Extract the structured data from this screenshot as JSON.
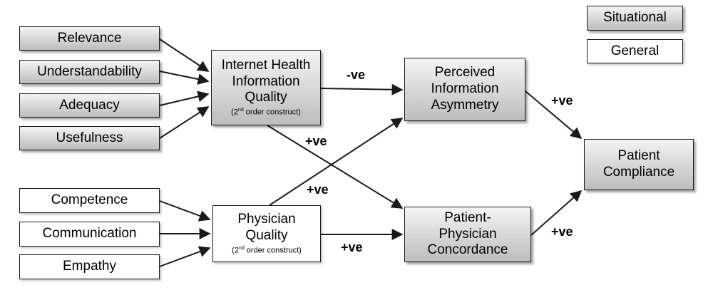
{
  "legend": {
    "situational": "Situational",
    "general": "General"
  },
  "nodes": {
    "relevance": "Relevance",
    "understandability": "Understandability",
    "adequacy": "Adequacy",
    "usefulness": "Usefulness",
    "competence": "Competence",
    "communication": "Communication",
    "empathy": "Empathy",
    "ihiq": {
      "line1": "Internet Health",
      "line2": "Information",
      "line3": "Quality",
      "sub_pre": "(2",
      "sub_sup": "nd",
      "sub_post": " order construct)"
    },
    "pq": {
      "line1": "Physician",
      "line2": "Quality",
      "sub_pre": "(2",
      "sub_sup": "nd",
      "sub_post": " order construct)"
    },
    "pia": {
      "line1": "Perceived",
      "line2": "Information",
      "line3": "Asymmetry"
    },
    "ppc": {
      "line1": "Patient-",
      "line2": "Physician",
      "line3": "Concordance"
    },
    "pc": {
      "line1": "Patient",
      "line2": "Compliance"
    }
  },
  "edge_labels": {
    "ihiq_pia": "-ve",
    "ihiq_ppc": "+ve",
    "pq_pia": "+ve",
    "pq_ppc": "+ve",
    "pia_pc": "+ve",
    "ppc_pc": "+ve"
  },
  "colors": {
    "situational_top": "#f4f4f4",
    "situational_bottom": "#bdbdbd",
    "general": "#ffffff",
    "stroke": "#1a1a1a"
  }
}
